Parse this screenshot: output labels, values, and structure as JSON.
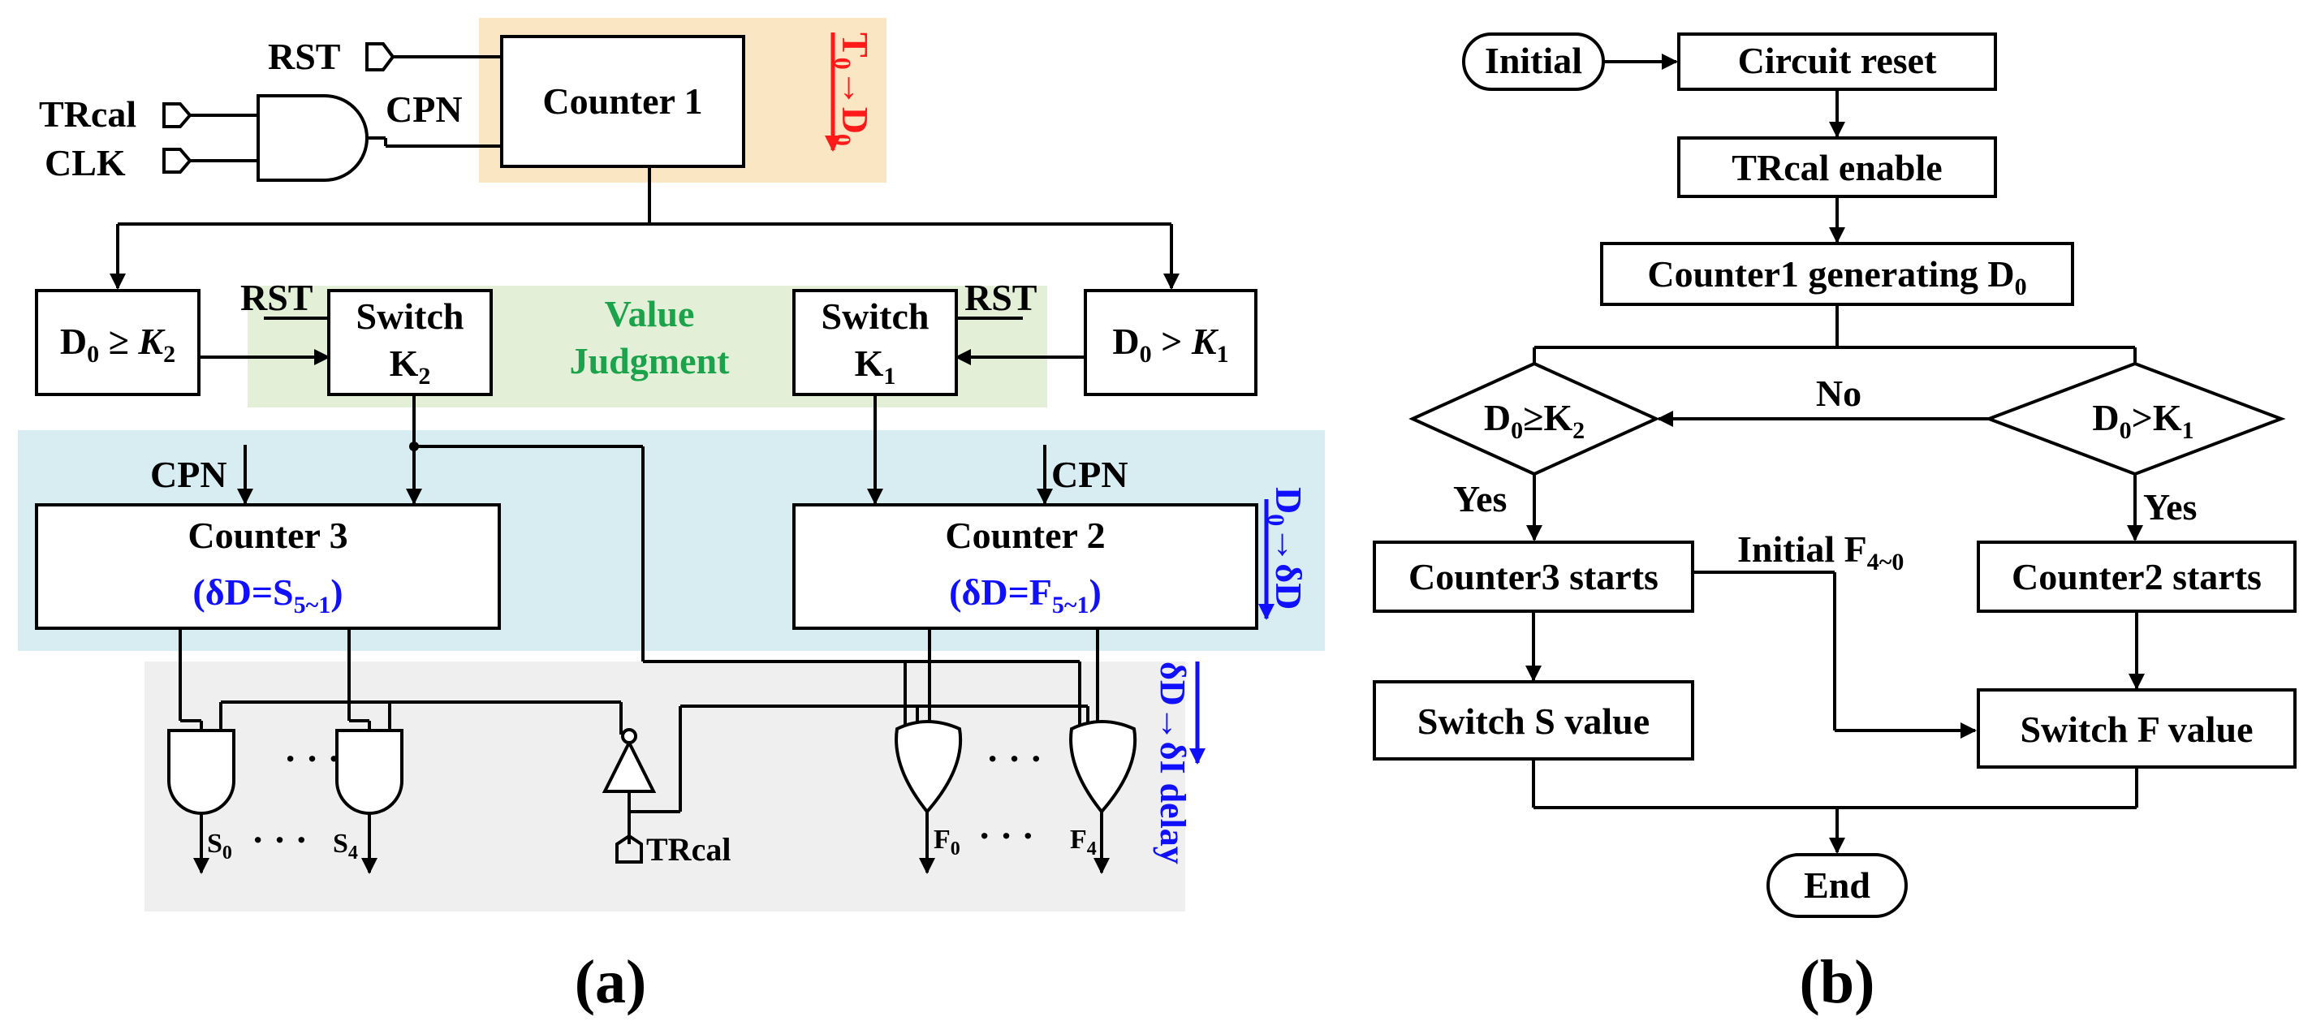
{
  "colors": {
    "orange_region": "#fbe6c4",
    "green_region": "#e3efd6",
    "cyan_region": "#d7edf2",
    "gray_region": "#efefef",
    "red_text": "#ff1a1a",
    "blue_text": "#1010ff",
    "green_text": "#1aa34a"
  },
  "panel_a": {
    "caption": "(a)",
    "inputs": {
      "rst": "RST",
      "trcal": "TRcal",
      "clk": "CLK",
      "cpn": "CPN"
    },
    "counter1": "Counter 1",
    "t0_d0": {
      "a": "T",
      "a_sub": "0",
      "arrow": "→",
      "b": "D",
      "b_sub": "0"
    },
    "cmp_k2": {
      "d": "D",
      "d_sub": "0",
      "op": " ≥ ",
      "k": "K",
      "k_sub": "2"
    },
    "cmp_k1": {
      "d": "D",
      "d_sub": "0",
      "op": " > ",
      "k": "K",
      "k_sub": "1"
    },
    "rst_left": "RST",
    "rst_right": "RST",
    "switch_k2": {
      "line1": "Switch",
      "k": "K",
      "k_sub": "2"
    },
    "switch_k1": {
      "line1": "Switch",
      "k": "K",
      "k_sub": "1"
    },
    "value_judgment": {
      "line1": "Value",
      "line2": "Judgment"
    },
    "cpn_left": "CPN",
    "cpn_right": "CPN",
    "counter3": {
      "title": "Counter 3",
      "formula": "(δD=S",
      "sub": "5~1",
      "close": ")"
    },
    "counter2": {
      "title": "Counter 2",
      "formula": "(δD=F",
      "sub": "5~1",
      "close": ")"
    },
    "d0_dd": {
      "a": "D",
      "a_sub": "0",
      "arrow": "→δD"
    },
    "dd_di": "δD→δI delay",
    "dots": "· · ·",
    "s0": {
      "base": "S",
      "sub": "0"
    },
    "s4": {
      "base": "S",
      "sub": "4"
    },
    "f0": {
      "base": "F",
      "sub": "0"
    },
    "f4": {
      "base": "F",
      "sub": "4"
    },
    "trcal_bottom": "TRcal"
  },
  "panel_b": {
    "caption": "(b)",
    "initial": "Initial",
    "circuit_reset": "Circuit reset",
    "trcal_enable": "TRcal enable",
    "counter1_gen": {
      "text": "Counter1 generating D",
      "sub": "0"
    },
    "dec_k2": {
      "d": "D",
      "d_sub": "0",
      "op": "≥",
      "k": "K",
      "k_sub": "2"
    },
    "dec_k1": {
      "d": "D",
      "d_sub": "0",
      "op": ">",
      "k": "K",
      "k_sub": "1"
    },
    "no": "No",
    "yes_left": "Yes",
    "yes_right": "Yes",
    "counter3_starts": "Counter3 starts",
    "counter2_starts": "Counter2 starts",
    "initial_f": {
      "text": "Initial F",
      "sub": "4~0"
    },
    "switch_s": "Switch S value",
    "switch_f": "Switch F value",
    "end": "End"
  }
}
